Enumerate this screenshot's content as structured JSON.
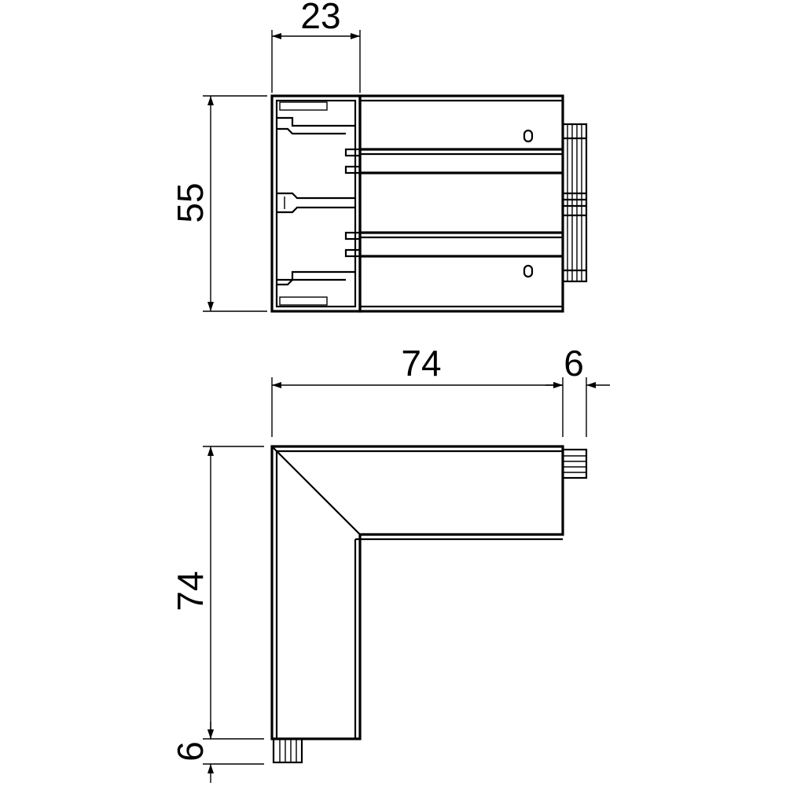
{
  "top_view": {
    "width_label": "23",
    "height_label": "55"
  },
  "bottom_view": {
    "length_label": "74",
    "overhang_top_label": "6",
    "height_label": "74",
    "overhang_bottom_label": "6"
  },
  "colors": {
    "line": "#000000",
    "background": "#ffffff"
  }
}
